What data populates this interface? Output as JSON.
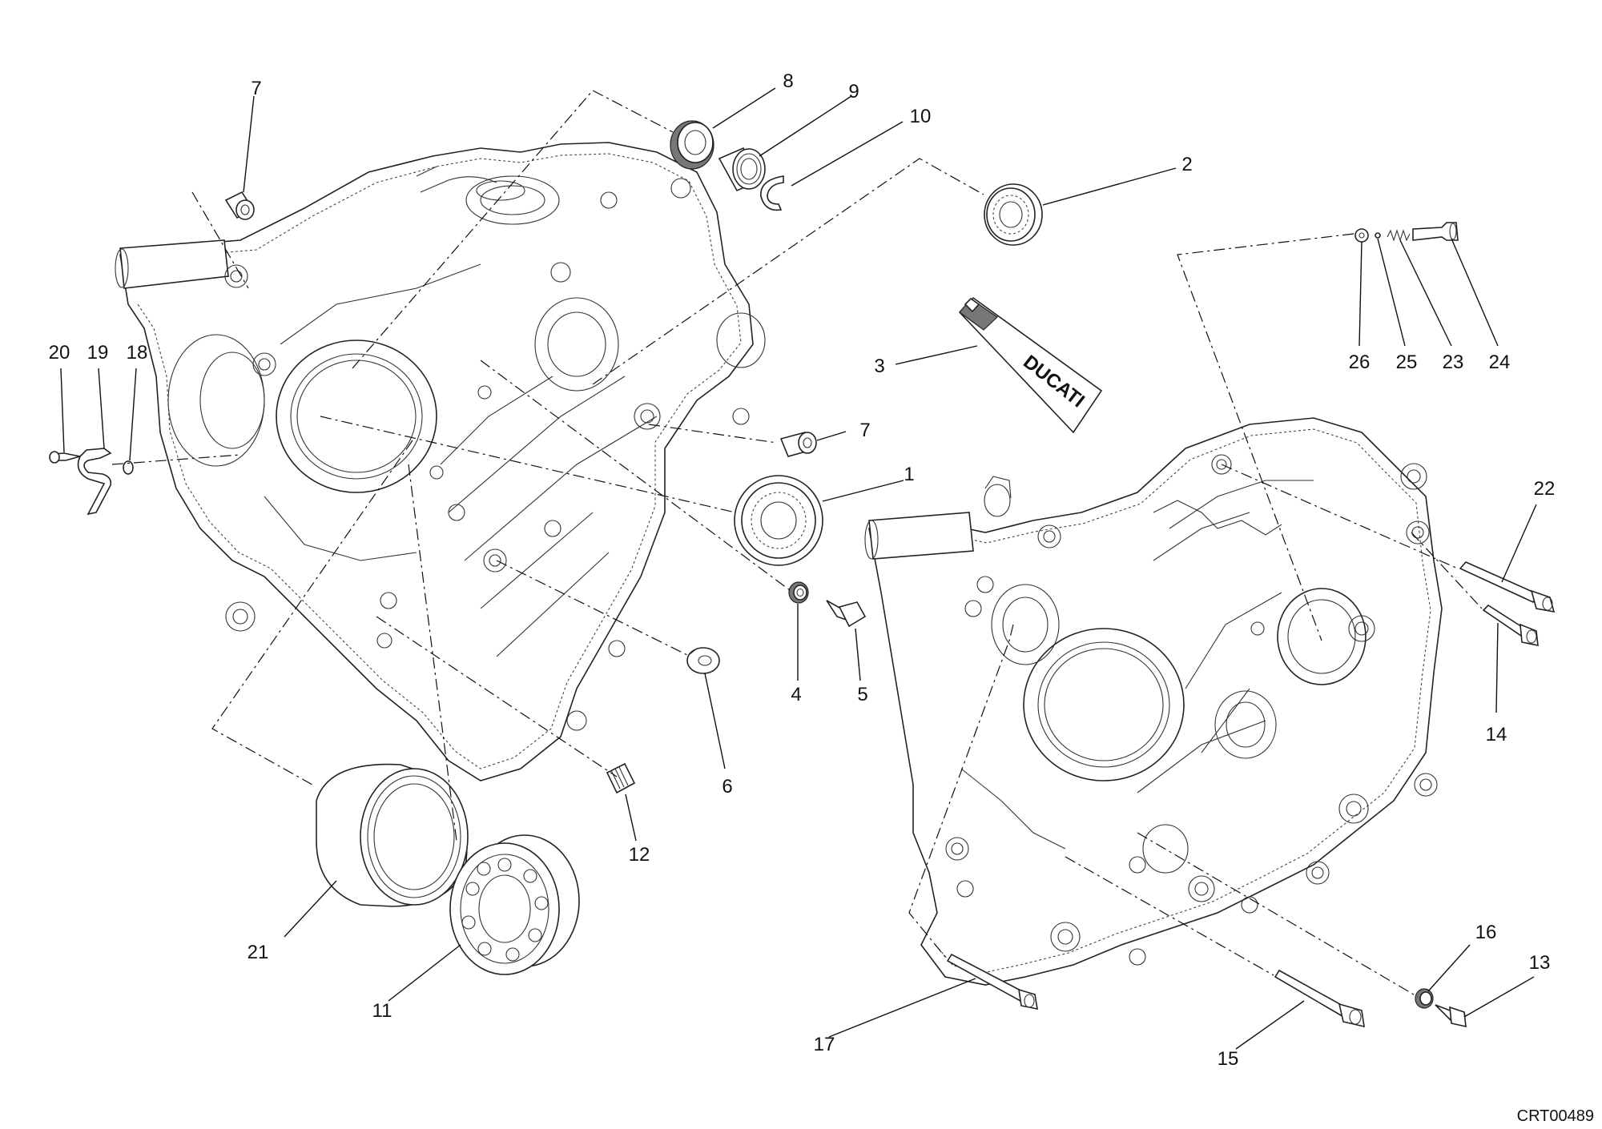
{
  "drawing_code": "CRT00489",
  "tube_brand": "DUCATI",
  "callouts": [
    {
      "id": "c1",
      "text": "1"
    },
    {
      "id": "c2",
      "text": "2"
    },
    {
      "id": "c3",
      "text": "3"
    },
    {
      "id": "c4",
      "text": "4"
    },
    {
      "id": "c5",
      "text": "5"
    },
    {
      "id": "c6",
      "text": "6"
    },
    {
      "id": "c7a",
      "text": "7"
    },
    {
      "id": "c7b",
      "text": "7"
    },
    {
      "id": "c8",
      "text": "8"
    },
    {
      "id": "c9",
      "text": "9"
    },
    {
      "id": "c10",
      "text": "10"
    },
    {
      "id": "c11",
      "text": "11"
    },
    {
      "id": "c12",
      "text": "12"
    },
    {
      "id": "c13",
      "text": "13"
    },
    {
      "id": "c14",
      "text": "14"
    },
    {
      "id": "c15",
      "text": "15"
    },
    {
      "id": "c16",
      "text": "16"
    },
    {
      "id": "c17",
      "text": "17"
    },
    {
      "id": "c18",
      "text": "18"
    },
    {
      "id": "c19",
      "text": "19"
    },
    {
      "id": "c20",
      "text": "20"
    },
    {
      "id": "c21",
      "text": "21"
    },
    {
      "id": "c22",
      "text": "22"
    },
    {
      "id": "c23",
      "text": "23"
    },
    {
      "id": "c24",
      "text": "24"
    },
    {
      "id": "c25",
      "text": "25"
    },
    {
      "id": "c26",
      "text": "26"
    }
  ]
}
